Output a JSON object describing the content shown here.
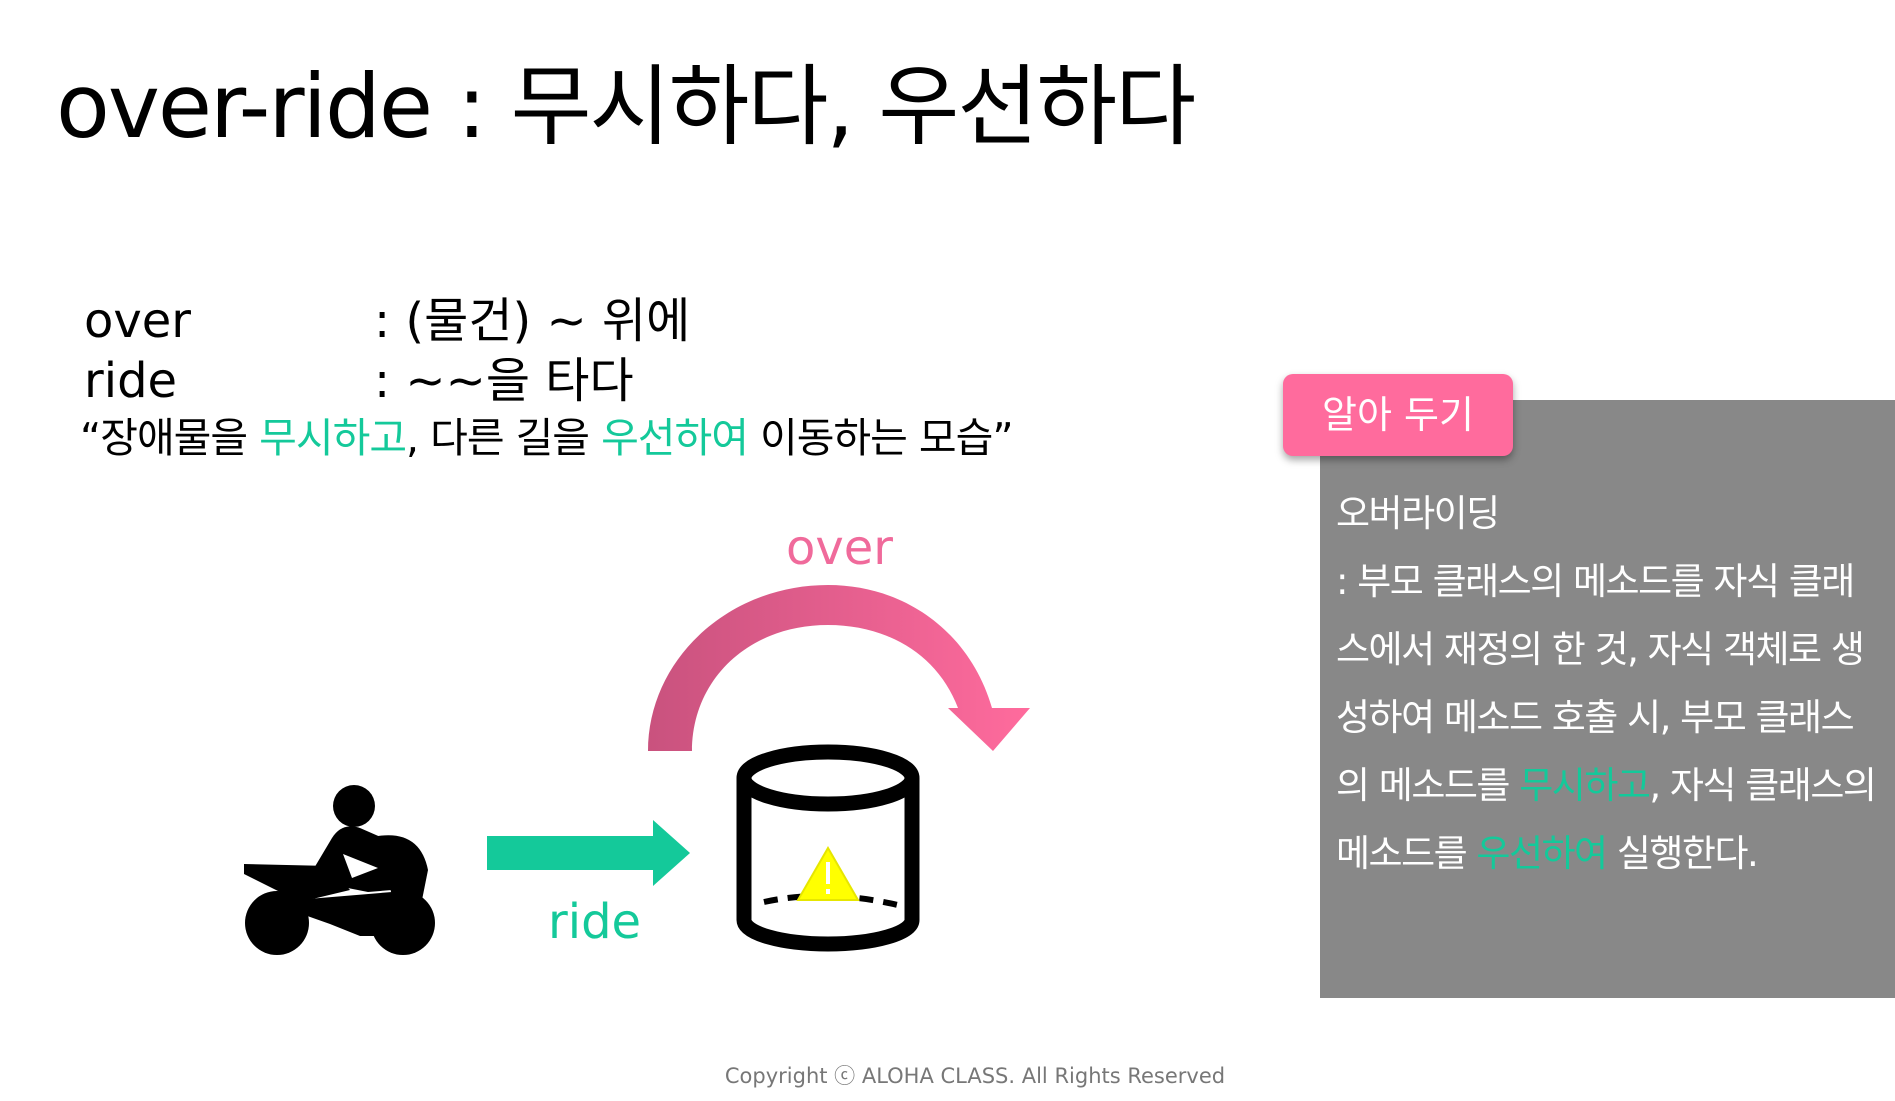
{
  "slide": {
    "title": "over-ride : 무시하다, 우선하다",
    "definitions": [
      {
        "term": "over",
        "meaning": ": (물건) ~ 위에"
      },
      {
        "term": "ride",
        "meaning": ": ~~을 타다"
      }
    ],
    "quote": {
      "part1": "“장애물을 ",
      "highlight1": "무시하고",
      "part2": ", 다른 길을 ",
      "highlight2": "우선하여",
      "part3": " 이동하는 모습”"
    }
  },
  "diagram": {
    "over_label": "over",
    "ride_label": "ride",
    "icons": [
      "motorcycle-icon",
      "ride-arrow-icon",
      "over-arrow-icon",
      "obstacle-cylinder-icon",
      "warning-icon"
    ],
    "colors": {
      "green": "#14c99a",
      "pink": "#f06a9b",
      "pink_dark": "#c9527e",
      "warning": "#ffff00"
    }
  },
  "note": {
    "tab_label": "알아 두기",
    "heading": "오버라이딩",
    "line1": ": 부모 클래스의 메소드를 자식 클래",
    "line2": "스에서 재정의 한 것, 자식 객체로 생",
    "line3": "성하여 메소드 호출 시, 부모 클래스",
    "line4_part1": "의 메소드를 ",
    "line4_highlight": "무시하고",
    "line4_part2": ", 자식 클래스의",
    "line5_part1": "메소드를 ",
    "line5_highlight": "우선하여",
    "line5_part2": " 실행한다.",
    "colors": {
      "panel": "#888888",
      "tab": "#ff6b9d"
    }
  },
  "footer": {
    "copyright": "Copyright ⓒ ALOHA CLASS. All Rights Reserved"
  }
}
